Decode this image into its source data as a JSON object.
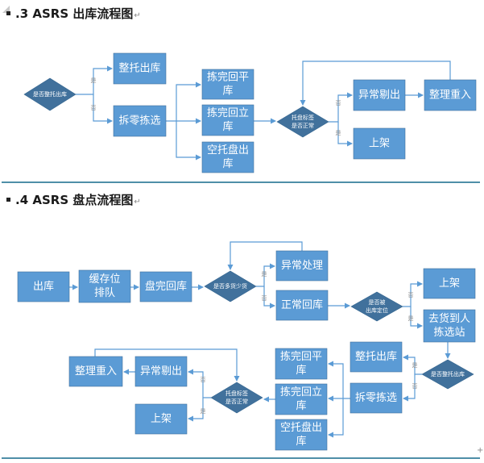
{
  "section3": {
    "heading": ".3 ASRS 出库流程图",
    "para_mark": "↵",
    "nodes": {
      "d_whole": [
        "是否整托出库"
      ],
      "whole_out": [
        "整托出库"
      ],
      "split_pick": [
        "拆零拣选"
      ],
      "pick_flat": [
        "拣完回平",
        "库"
      ],
      "pick_vert": [
        "拣完回立",
        "库"
      ],
      "empty_out": [
        "空托盘出",
        "库"
      ],
      "d_label": [
        "托盘标签",
        "是否正常"
      ],
      "abnormal": [
        "异常剔出"
      ],
      "reenter": [
        "整理重入"
      ],
      "shelve": [
        "上架"
      ]
    },
    "edge_labels": {
      "yes": "是",
      "no": "否"
    }
  },
  "section4": {
    "heading": ".4 ASRS 盘点流程图",
    "para_mark": "↵",
    "nodes": {
      "out": [
        "出库"
      ],
      "queue": [
        "缓存位",
        "排队"
      ],
      "count_back": [
        "盘完回库"
      ],
      "d_diff": [
        "是否多货少货"
      ],
      "exception": [
        "异常处理"
      ],
      "normal_back": [
        "正常回库"
      ],
      "d_located": [
        "是否被",
        "出库定位"
      ],
      "shelve1": [
        "上架"
      ],
      "to_station": [
        "去货到人",
        "拣选站"
      ],
      "d_whole": [
        "是否整托出库"
      ],
      "whole_out": [
        "整托出库"
      ],
      "split_pick": [
        "拆零拣选"
      ],
      "pick_flat": [
        "拣完回平",
        "库"
      ],
      "pick_vert": [
        "拣完回立",
        "库"
      ],
      "empty_out": [
        "空托盘出",
        "库"
      ],
      "d_label": [
        "托盘标签",
        "是否正常"
      ],
      "abnormal": [
        "异常剔出"
      ],
      "reenter": [
        "整理重入"
      ],
      "shelve2": [
        "上架"
      ]
    },
    "edge_labels": {
      "yes": "是",
      "no": "否"
    }
  },
  "colors": {
    "box": "#5b9bd5",
    "diamond": "#41719c",
    "rule": "#4f8fa8"
  }
}
